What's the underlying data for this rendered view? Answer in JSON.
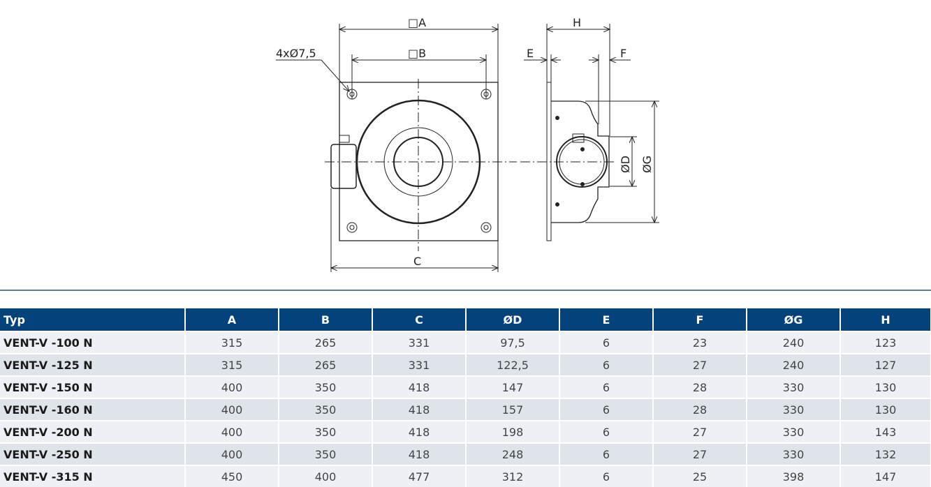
{
  "drawing": {
    "labels": {
      "A": "□A",
      "B": "□B",
      "C": "C",
      "D": "ØD",
      "E": "E",
      "F": "F",
      "G": "ØG",
      "H": "H",
      "holes": "4xØ7,5"
    }
  },
  "table": {
    "headers": [
      "Typ",
      "A",
      "B",
      "C",
      "ØD",
      "E",
      "F",
      "ØG",
      "H"
    ],
    "rows": [
      [
        "VENT-V -100 N",
        "315",
        "265",
        "331",
        "97,5",
        "6",
        "23",
        "240",
        "123"
      ],
      [
        "VENT-V -125 N",
        "315",
        "265",
        "331",
        "122,5",
        "6",
        "27",
        "240",
        "127"
      ],
      [
        "VENT-V -150 N",
        "400",
        "350",
        "418",
        "147",
        "6",
        "28",
        "330",
        "130"
      ],
      [
        "VENT-V -160 N",
        "400",
        "350",
        "418",
        "157",
        "6",
        "28",
        "330",
        "130"
      ],
      [
        "VENT-V -200 N",
        "400",
        "350",
        "418",
        "198",
        "6",
        "27",
        "330",
        "143"
      ],
      [
        "VENT-V -250 N",
        "400",
        "350",
        "418",
        "248",
        "6",
        "27",
        "330",
        "132"
      ],
      [
        "VENT-V -315 N",
        "450",
        "400",
        "477",
        "312",
        "6",
        "25",
        "398",
        "147"
      ]
    ]
  }
}
